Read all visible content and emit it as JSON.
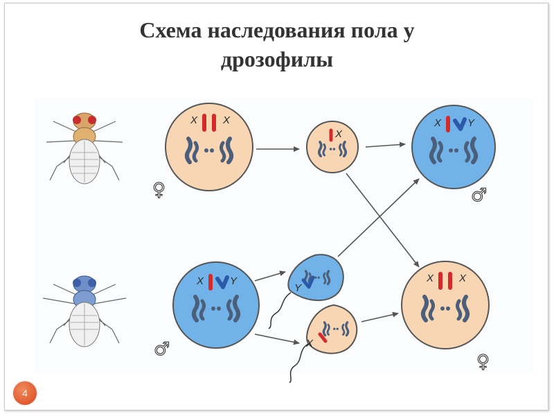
{
  "slide": {
    "title_line1": "Схема наследования пола у",
    "title_line2": "дрозофилы",
    "page_number": "4"
  },
  "labels": {
    "x": "X",
    "y": "Y",
    "female_symbol": "♀",
    "male_symbol": "♂"
  },
  "colors": {
    "female_cell": "#f8d6b4",
    "male_cell": "#71b3e8",
    "x_chromosome": "#d42a2a",
    "y_chromosome": "#2c5aa8",
    "autosome": "#4b5e7a",
    "page_badge": "#e0531f"
  }
}
